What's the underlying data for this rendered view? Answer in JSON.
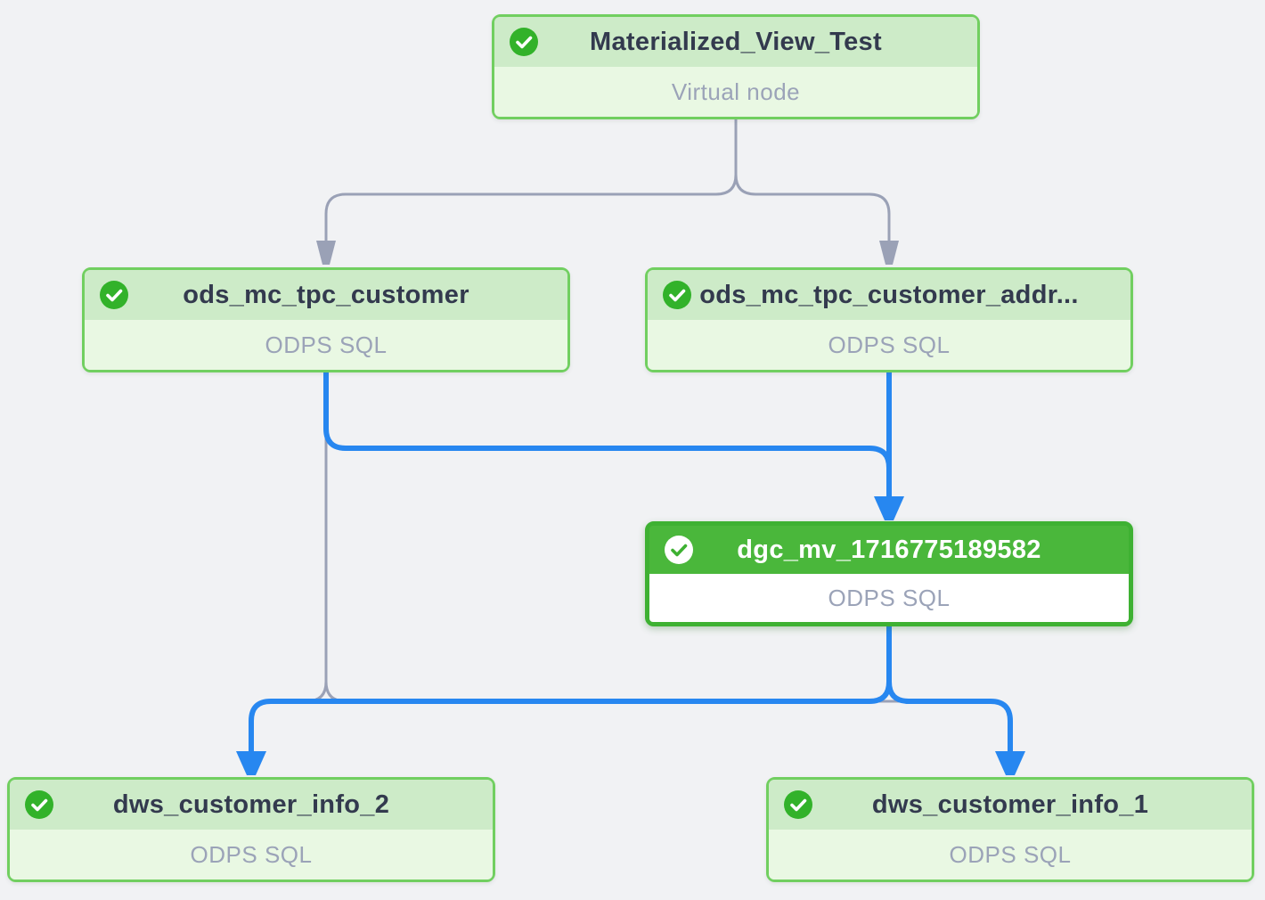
{
  "app": {
    "view_name": "workflow-dag-canvas"
  },
  "colors": {
    "canvas_background": "#f1f2f4",
    "edge_default": "#9aa1b6",
    "edge_highlighted": "#2787f0",
    "node_border": "#71cf60",
    "node_header_bg": "#cdebc8",
    "node_body_bg": "#e9f8e3",
    "node_selected_green": "#4ab73b",
    "node_selected_border": "#3eb132",
    "status_success_green": "#32b22a",
    "title_text": "#333a4e",
    "subtitle_text": "#9ba3b8"
  },
  "nodes": [
    {
      "title": "Materialized_View_Test",
      "subtitle": "Virtual node",
      "status": "success",
      "selected": false
    },
    {
      "title": "ods_mc_tpc_customer",
      "subtitle": "ODPS SQL",
      "status": "success",
      "selected": false
    },
    {
      "title": "ods_mc_tpc_customer_addr...",
      "subtitle": "ODPS SQL",
      "status": "success",
      "selected": false
    },
    {
      "title": "dgc_mv_1716775189582",
      "subtitle": "ODPS SQL",
      "status": "success",
      "selected": true
    },
    {
      "title": "dws_customer_info_2",
      "subtitle": "ODPS SQL",
      "status": "success",
      "selected": false
    },
    {
      "title": "dws_customer_info_1",
      "subtitle": "ODPS SQL",
      "status": "success",
      "selected": false
    }
  ],
  "edges": [
    {
      "from": "Materialized_View_Test",
      "to": "ods_mc_tpc_customer",
      "state": "default"
    },
    {
      "from": "Materialized_View_Test",
      "to": "ods_mc_tpc_customer_addr...",
      "state": "default"
    },
    {
      "from": "ods_mc_tpc_customer",
      "to": "dws_customer_info_2",
      "state": "default"
    },
    {
      "from": "ods_mc_tpc_customer",
      "to": "dws_customer_info_1",
      "state": "default"
    },
    {
      "from": "ods_mc_tpc_customer",
      "to": "dgc_mv_1716775189582",
      "state": "highlighted"
    },
    {
      "from": "ods_mc_tpc_customer_addr...",
      "to": "dgc_mv_1716775189582",
      "state": "highlighted"
    },
    {
      "from": "dgc_mv_1716775189582",
      "to": "dws_customer_info_2",
      "state": "highlighted"
    },
    {
      "from": "dgc_mv_1716775189582",
      "to": "dws_customer_info_1",
      "state": "highlighted"
    }
  ]
}
